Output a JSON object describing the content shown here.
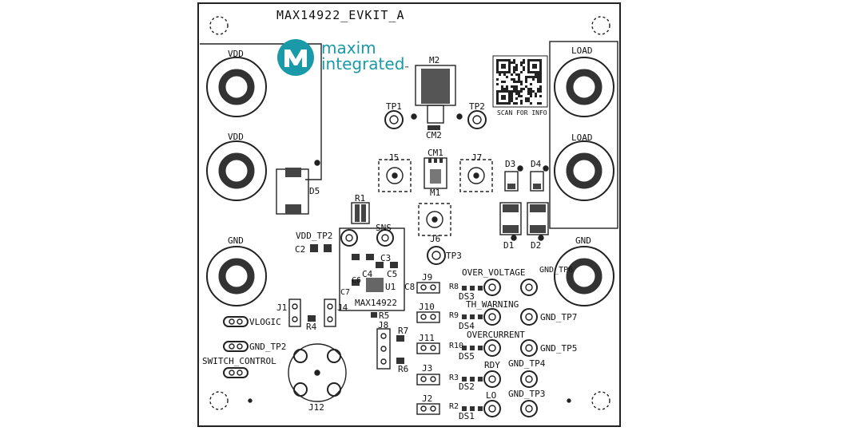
{
  "board": {
    "title": "MAX14922_EVKIT_A",
    "brand_line1": "maxim",
    "brand_line2": "integrated",
    "trademark": "™",
    "qr_caption": "SCAN FOR INFO",
    "ic_label": "MAX14922"
  },
  "colors": {
    "logo": "#1a9aa8",
    "ink": "#222222"
  },
  "labels": {
    "vdd1": "VDD",
    "vdd2": "VDD",
    "gnd_left": "GND",
    "load1": "LOAD",
    "load2": "LOAD",
    "gnd_right": "GND",
    "m2": "M2",
    "tp1": "TP1",
    "tp2": "TP2",
    "cm2": "CM2",
    "cm1": "CM1",
    "m1": "M1",
    "j5": "J5",
    "j7": "J7",
    "d3": "D3",
    "d4": "D4",
    "d1": "D1",
    "d2": "D2",
    "d5": "D5",
    "r1": "R1",
    "sns": "SNS",
    "vdd_tp2": "VDD_TP2",
    "c2": "C2",
    "c3": "C3",
    "c4": "C4",
    "c5": "C5",
    "c6": "C6",
    "c7": "C7",
    "c8": "C8",
    "u1": "U1",
    "j6": "J6",
    "tp3": "TP3",
    "j1": "J1",
    "j4": "J4",
    "r4": "R4",
    "r5": "R5",
    "vlogic": "VLOGIC",
    "gnd_tp2": "GND_TP2",
    "switch_control": "SWITCH_CONTROL",
    "j12": "J12",
    "j8": "J8",
    "r7": "R7",
    "r6": "R6",
    "j9": "J9",
    "r8": "R8",
    "ds3": "DS3",
    "over_voltage": "OVER_VOLTAGE",
    "gnd_tp6": "GND_TP6",
    "j10": "J10",
    "r9": "R9",
    "ds4": "DS4",
    "th_warning": "TH_WARNING",
    "gnd_tp7": "GND_TP7",
    "j11": "J11",
    "r10": "R10",
    "ds5": "DS5",
    "overcurrent": "OVERCURRENT",
    "gnd_tp5": "GND_TP5",
    "j3": "J3",
    "r3": "R3",
    "ds2": "DS2",
    "rdy": "RDY",
    "gnd_tp4": "GND_TP4",
    "j2": "J2",
    "r2": "R2",
    "ds1": "DS1",
    "lo": "LO",
    "gnd_tp3": "GND_TP3"
  }
}
